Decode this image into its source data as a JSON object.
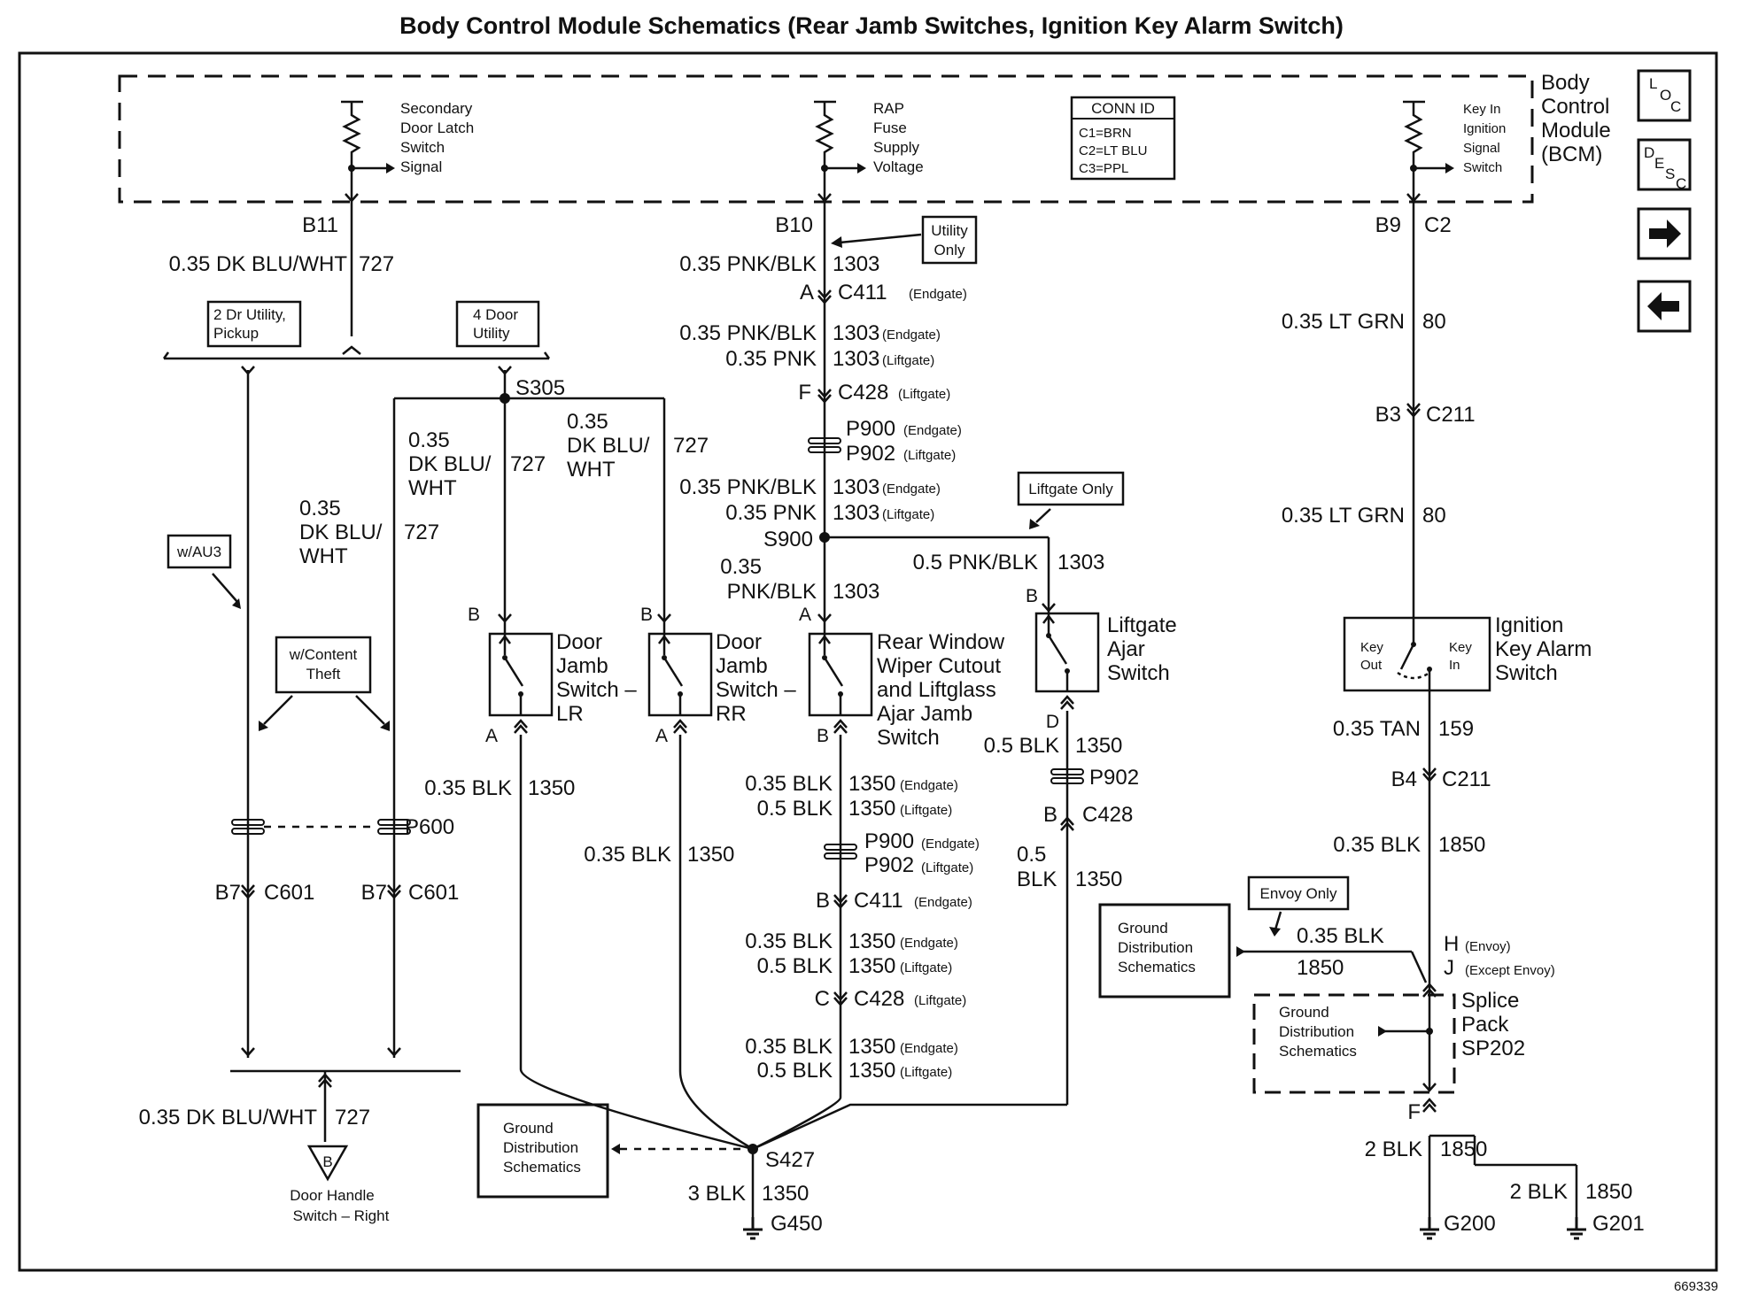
{
  "title": "Body Control Module Schematics (Rear Jamb Switches, Ignition Key Alarm Switch)",
  "figure_id": "669339",
  "bcm": {
    "label_lines": [
      "Body",
      "Control",
      "Module",
      "(BCM)"
    ],
    "secondary_latch": [
      "Secondary",
      "Door Latch",
      "Switch",
      "Signal"
    ],
    "rap_fuse": [
      "RAP",
      "Fuse",
      "Supply",
      "Voltage"
    ],
    "key_in": [
      "Key In",
      "Ignition",
      "Signal",
      "Switch"
    ],
    "conn_id": {
      "title": "CONN ID",
      "lines": [
        "C1=BRN",
        "C2=LT BLU",
        "C3=PPL"
      ]
    }
  },
  "nav": {
    "loc": [
      "L",
      "O",
      "C"
    ],
    "desc": [
      "D",
      "E",
      "S",
      "C"
    ],
    "forward_icon": "arrow-right-icon",
    "back_icon": "arrow-left-icon"
  },
  "left": {
    "b11": "B11",
    "wire_top": "0.35 DK BLU/WHT",
    "circuit_top": "727",
    "box_2dr": [
      "2 Dr Utility,",
      "Pickup"
    ],
    "box_4dr": [
      "4 Door",
      "Utility"
    ],
    "s305": "S305",
    "wire_left_a": [
      "0.35",
      "DK BLU/",
      "WHT"
    ],
    "circuit_left_a": "727",
    "wire_mid_a": [
      "0.35",
      "DK BLU/",
      "WHT"
    ],
    "circuit_mid_a": "727",
    "wire_mid_b": [
      "0.35",
      "DK BLU/",
      "WHT"
    ],
    "circuit_mid_b": "727",
    "wau3": "w/AU3",
    "content_theft": [
      "w/Content",
      "Theft"
    ],
    "p600": "P600",
    "b7a": "B7",
    "c601a": "C601",
    "b7b": "B7",
    "c601b": "C601",
    "wire_bottom": "0.35 DK BLU/WHT",
    "circuit_bottom": "727",
    "door_handle": [
      "Door Handle",
      "Switch – Right"
    ],
    "door_handle_ref": "B"
  },
  "switches": {
    "lr": {
      "name": [
        "Door",
        "Jamb",
        "Switch –",
        "LR"
      ],
      "top": "B",
      "bottom": "A"
    },
    "rr": {
      "name": [
        "Door",
        "Jamb",
        "Switch –",
        "RR"
      ],
      "top": "B",
      "bottom": "A"
    },
    "wiper": {
      "name": [
        "Rear Window",
        "Wiper Cutout",
        "and Liftglass",
        "Ajar Jamb",
        "Switch"
      ],
      "top": "A",
      "bottom": "B"
    },
    "liftgate": {
      "name": [
        "Liftgate",
        "Ajar",
        "Switch"
      ],
      "top": "B",
      "bottom": "D"
    }
  },
  "center": {
    "b10": "B10",
    "utility_only": [
      "Utility",
      "Only"
    ],
    "w1": "0.35 PNK/BLK",
    "c1": "1303",
    "a_c411": "A",
    "c411": "C411",
    "c411_note": "(Endgate)",
    "w2a": "0.35 PNK/BLK",
    "c2a": "1303",
    "n2a": "(Endgate)",
    "w2b": "0.35 PNK",
    "c2b": "1303",
    "n2b": "(Liftgate)",
    "f_c428": "F",
    "c428": "C428",
    "c428_note": "(Liftgate)",
    "p900": "P900",
    "p900_note": "(Endgate)",
    "p902": "P902",
    "p902_note": "(Liftgate)",
    "w3a": "0.35 PNK/BLK",
    "c3a": "1303",
    "n3a": "(Endgate)",
    "w3b": "0.35 PNK",
    "c3b": "1303",
    "n3b": "(Liftgate)",
    "liftgate_only": "Liftgate Only",
    "s900": "S900",
    "w4": [
      "0.35",
      "PNK/BLK"
    ],
    "c4": "1303",
    "w5": "0.5 PNK/BLK",
    "c5": "1303",
    "lr_gnd_w": "0.35 BLK",
    "lr_gnd_c": "1350",
    "rr_gnd_w": "0.35 BLK",
    "rr_gnd_c": "1350",
    "wg1a": "0.35 BLK",
    "cg1a": "1350",
    "ng1a": "(Endgate)",
    "wg1b": "0.5 BLK",
    "cg1b": "1350",
    "ng1b": "(Liftgate)",
    "p900b": "P900",
    "p900b_note": "(Endgate)",
    "p902b": "P902",
    "p902b_note": "(Liftgate)",
    "b_c411": "B",
    "c411b": "C411",
    "c411b_note": "(Endgate)",
    "wg2a": "0.35 BLK",
    "cg2a": "1350",
    "ng2a": "(Endgate)",
    "wg2b": "0.5 BLK",
    "cg2b": "1350",
    "ng2b": "(Liftgate)",
    "c_c428": "C",
    "c428b": "C428",
    "c428b_note": "(Liftgate)",
    "wg3a": "0.35 BLK",
    "cg3a": "1350",
    "ng3a": "(Endgate)",
    "wg3b": "0.5 BLK",
    "cg3b": "1350",
    "ng3b": "(Liftgate)",
    "lg_w1": "0.5 BLK",
    "lg_c1": "1350",
    "lg_p902": "P902",
    "lg_b": "B",
    "lg_c428": "C428",
    "lg_w2": [
      "0.5",
      "BLK"
    ],
    "lg_c2": "1350",
    "ground_box": [
      "Ground",
      "Distribution",
      "Schematics"
    ],
    "s427": "S427",
    "w_g450": "3 BLK",
    "c_g450": "1350",
    "g450": "G450"
  },
  "right": {
    "b9": "B9",
    "c2": "C2",
    "w1": "0.35 LT GRN",
    "c1": "80",
    "b3": "B3",
    "c211": "C211",
    "w2": "0.35 LT GRN",
    "c2n": "80",
    "key_out": [
      "Key",
      "Out"
    ],
    "key_in": [
      "Key",
      "In"
    ],
    "ignition_name": [
      "Ignition",
      "Key Alarm",
      "Switch"
    ],
    "w3": "0.35 TAN",
    "c3": "159",
    "b4": "B4",
    "c211b": "C211",
    "w4": "0.35 BLK",
    "c4": "1850",
    "envoy_only": "Envoy Only",
    "ground_box1": [
      "Ground",
      "Distribution",
      "Schematics"
    ],
    "w5": "0.35 BLK",
    "c5": "1850",
    "h": "H",
    "h_note": "(Envoy)",
    "j": "J",
    "j_note": "(Except Envoy)",
    "splice": [
      "Splice",
      "Pack",
      "SP202"
    ],
    "ground_box2": [
      "Ground",
      "Distribution",
      "Schematics"
    ],
    "f": "F",
    "w6": "2 BLK",
    "c6": "1850",
    "w7": "2 BLK",
    "c7": "1850",
    "g200": "G200",
    "g201": "G201"
  }
}
